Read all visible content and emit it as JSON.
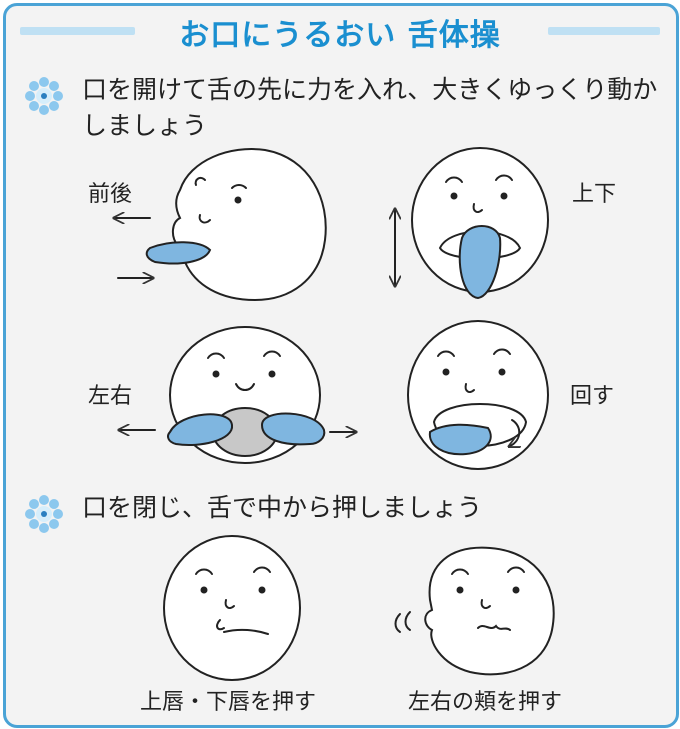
{
  "title": "お口にうるおい 舌体操",
  "section1": {
    "instruction": "口を開けて舌の先に力を入れ、大きくゆっくり動かしましょう",
    "labels": {
      "front_back": "前後",
      "up_down": "上下",
      "left_right": "左右",
      "rotate": "回す"
    }
  },
  "section2": {
    "instruction": "口を閉じ、舌で中から押しましょう",
    "captions": {
      "lips": "上唇・下唇を押す",
      "cheeks": "左右の頬を押す"
    }
  },
  "colors": {
    "accent": "#1a8fd0",
    "title_bar": "#bfe0f3",
    "border": "#4aa3d6",
    "tongue": "#7fb6e0",
    "mouth_gray": "#c8c8c8",
    "background": "#f3f3f3"
  },
  "icons": [
    "flower-bullet-icon"
  ]
}
